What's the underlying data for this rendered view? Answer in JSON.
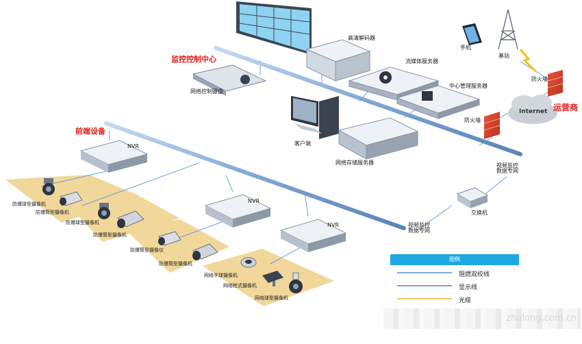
{
  "labels": {
    "monitor_center": "监控控制中心",
    "front_devices": "前端设备",
    "hd_decoder": "高清解码器",
    "stream_server": "流媒体服务器",
    "center_server": "中心管理服务器",
    "network_keyboard": "网络控制键盘",
    "client": "客户端",
    "storage_server": "网络存储服务器",
    "phone": "手机",
    "base_station": "基站",
    "firewall_top": "防火墙",
    "firewall_mid": "防火墙",
    "isp": "运营商",
    "internet": "Internet",
    "video_net_top": "视频监控\n数据专网",
    "video_net_bottom": "视频监控\n数据专网",
    "switch": "交换机",
    "nvr1": "NVR",
    "nvr2": "NVR",
    "nvr3": "NVR",
    "cam_g1_a": "防爆球型摄像机",
    "cam_g1_b": "防爆筒型摄像机",
    "cam_g2_a": "防爆球型摄像机",
    "cam_g2_b": "防爆筒型摄像机",
    "cam_g3_a": "防爆筒型摄像仪",
    "cam_g3_b": "防爆筒型摄像机",
    "cam_g4_a": "网络半球摄像机",
    "cam_g4_b": "网络枪式摄像机",
    "cam_g4_c": "网络球型摄像机"
  },
  "legend": {
    "title": "图例",
    "items": [
      {
        "label": "阻燃双绞线",
        "color": "#4a90e2"
      },
      {
        "label": "显示线",
        "color": "#6b7fa8"
      },
      {
        "label": "光缆",
        "color": "#f2b933"
      }
    ]
  },
  "watermark": "zhulong.com.cn",
  "colors": {
    "accent_red": "#e0201c",
    "backbone": "#7fa7d6",
    "zone": "#f1d79a",
    "device": "#cfd6df"
  }
}
